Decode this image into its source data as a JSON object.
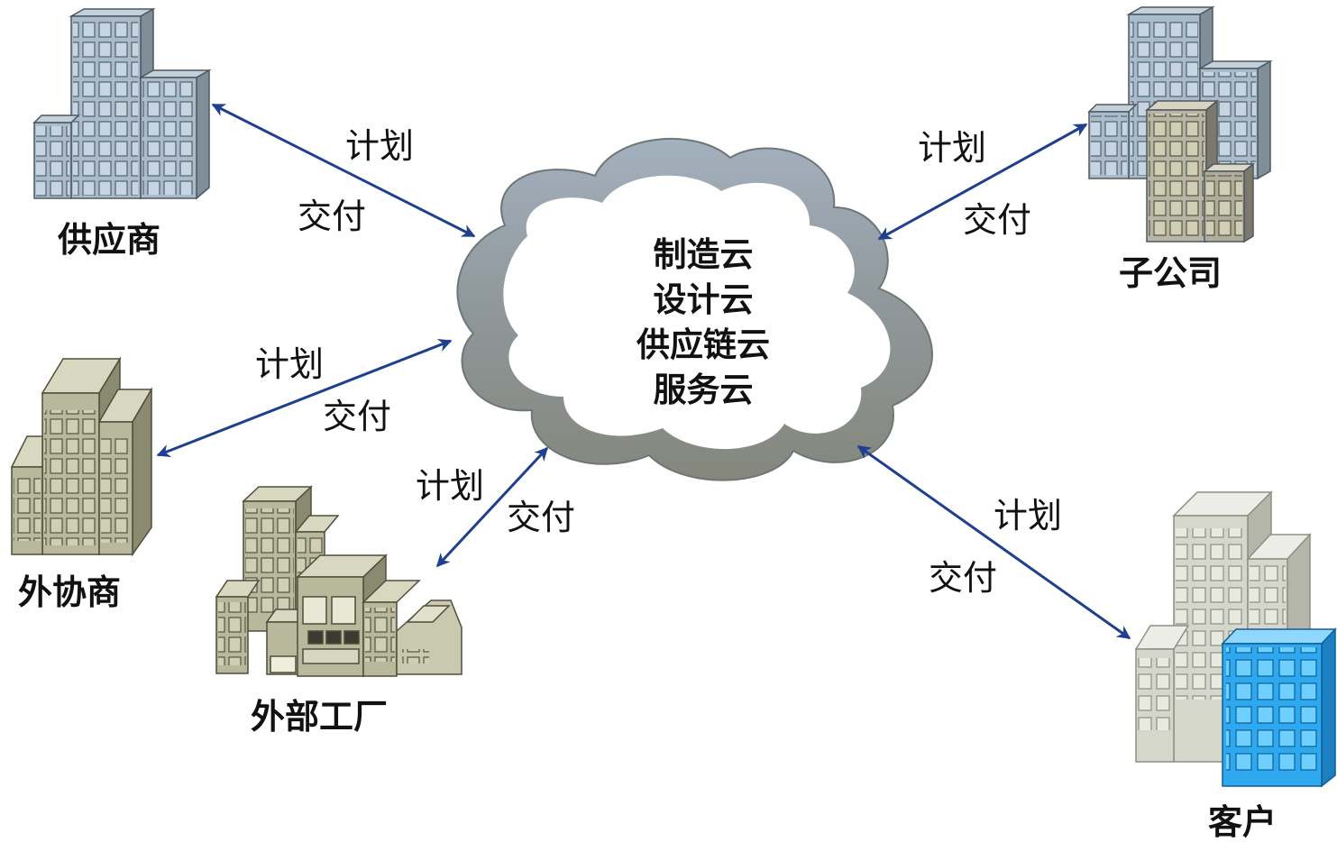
{
  "cloud": {
    "services": [
      "制造云",
      "设计云",
      "供应链云",
      "服务云"
    ]
  },
  "nodes": {
    "supplier": "供应商",
    "subsidiary": "子公司",
    "outsourcer": "外协商",
    "external_factory": "外部工厂",
    "customer": "客户"
  },
  "links": {
    "supplier": {
      "plan": "计划",
      "delivery": "交付"
    },
    "subsidiary": {
      "plan": "计划",
      "delivery": "交付"
    },
    "outsourcer": {
      "plan": "计划",
      "delivery": "交付"
    },
    "external_factory": {
      "plan": "计划",
      "delivery": "交付"
    },
    "customer": {
      "plan": "计划",
      "delivery": "交付"
    }
  },
  "colors": {
    "arrow": "#1f3f8f",
    "cloud_top": "#9aa8b8",
    "cloud_bottom": "#8a8a80",
    "building_blue": "#a9bccb",
    "building_olive": "#b8b89c",
    "building_light": "#d5d7cb",
    "building_bright_blue": "#2ea9ef"
  }
}
